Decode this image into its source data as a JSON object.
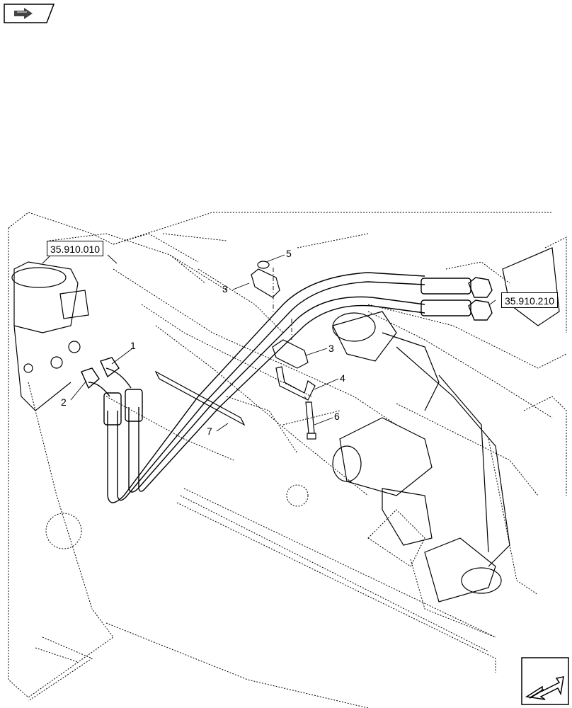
{
  "callouts": {
    "c1": "1",
    "c2": "2",
    "c3a": "3",
    "c3b": "3",
    "c4": "4",
    "c5": "5",
    "c6": "6",
    "c7": "7"
  },
  "references": {
    "left": "35.910.010",
    "right": "35.910.210"
  },
  "icons": {
    "top": "previous-page-arrow-icon",
    "bottom": "next-page-arrow-icon"
  },
  "colors": {
    "ink": "#000000",
    "background": "#ffffff"
  }
}
